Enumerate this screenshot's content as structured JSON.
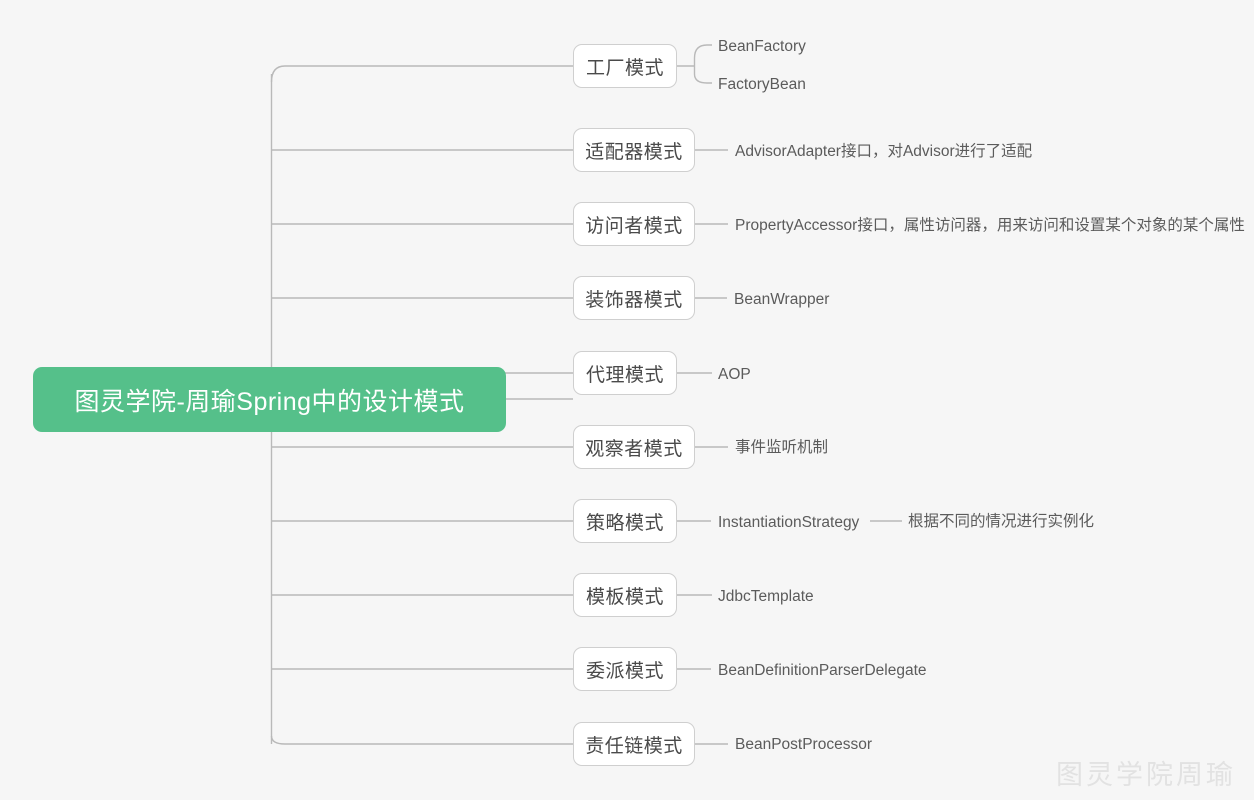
{
  "background_color": "#f6f6f6",
  "accent_color": "#55c08a",
  "node_border_color": "#cfcfcf",
  "connector_color": "#b9b9b9",
  "watermark": "图灵学院周瑜",
  "root": {
    "label": "图灵学院-周瑜Spring中的设计模式"
  },
  "branches": [
    {
      "label": "工厂模式",
      "children": [
        {
          "label": "BeanFactory",
          "children": []
        },
        {
          "label": "FactoryBean",
          "children": []
        }
      ]
    },
    {
      "label": "适配器模式",
      "children": [
        {
          "label": "AdvisorAdapter接口，对Advisor进行了适配",
          "children": []
        }
      ]
    },
    {
      "label": "访问者模式",
      "children": [
        {
          "label": "PropertyAccessor接口，属性访问器，用来访问和设置某个对象的某个属性",
          "children": []
        }
      ]
    },
    {
      "label": "装饰器模式",
      "children": [
        {
          "label": "BeanWrapper",
          "children": []
        }
      ]
    },
    {
      "label": "代理模式",
      "children": [
        {
          "label": "AOP",
          "children": []
        }
      ]
    },
    {
      "label": "观察者模式",
      "children": [
        {
          "label": "事件监听机制",
          "children": []
        }
      ]
    },
    {
      "label": "策略模式",
      "children": [
        {
          "label": "InstantiationStrategy",
          "children": [
            {
              "label": "根据不同的情况进行实例化"
            }
          ]
        }
      ]
    },
    {
      "label": "模板模式",
      "children": [
        {
          "label": "JdbcTemplate",
          "children": []
        }
      ]
    },
    {
      "label": "委派模式",
      "children": [
        {
          "label": "BeanDefinitionParserDelegate",
          "children": []
        }
      ]
    },
    {
      "label": "责任链模式",
      "children": [
        {
          "label": "BeanPostProcessor",
          "children": []
        }
      ]
    }
  ]
}
